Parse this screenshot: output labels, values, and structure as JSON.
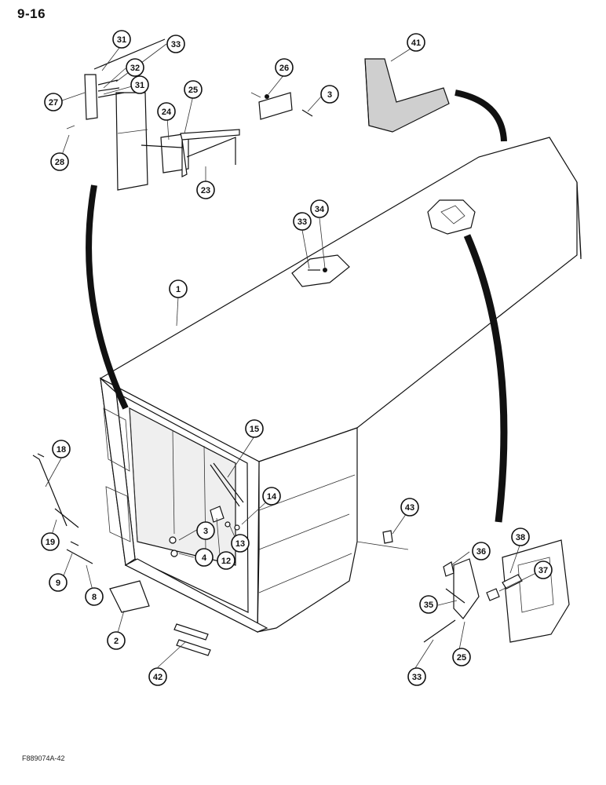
{
  "page_number": "9-16",
  "figure_code": "F889074A-42",
  "callouts": [
    {
      "label": "31"
    },
    {
      "label": "33"
    },
    {
      "label": "32"
    },
    {
      "label": "31"
    },
    {
      "label": "27"
    },
    {
      "label": "28"
    },
    {
      "label": "24"
    },
    {
      "label": "25"
    },
    {
      "label": "23"
    },
    {
      "label": "26"
    },
    {
      "label": "3"
    },
    {
      "label": "41"
    },
    {
      "label": "33"
    },
    {
      "label": "34"
    },
    {
      "label": "1"
    },
    {
      "label": "15"
    },
    {
      "label": "14"
    },
    {
      "label": "18"
    },
    {
      "label": "19"
    },
    {
      "label": "9"
    },
    {
      "label": "8"
    },
    {
      "label": "3"
    },
    {
      "label": "4"
    },
    {
      "label": "12"
    },
    {
      "label": "13"
    },
    {
      "label": "2"
    },
    {
      "label": "42"
    },
    {
      "label": "43"
    },
    {
      "label": "36"
    },
    {
      "label": "38"
    },
    {
      "label": "37"
    },
    {
      "label": "35"
    },
    {
      "label": "25"
    },
    {
      "label": "33"
    }
  ]
}
